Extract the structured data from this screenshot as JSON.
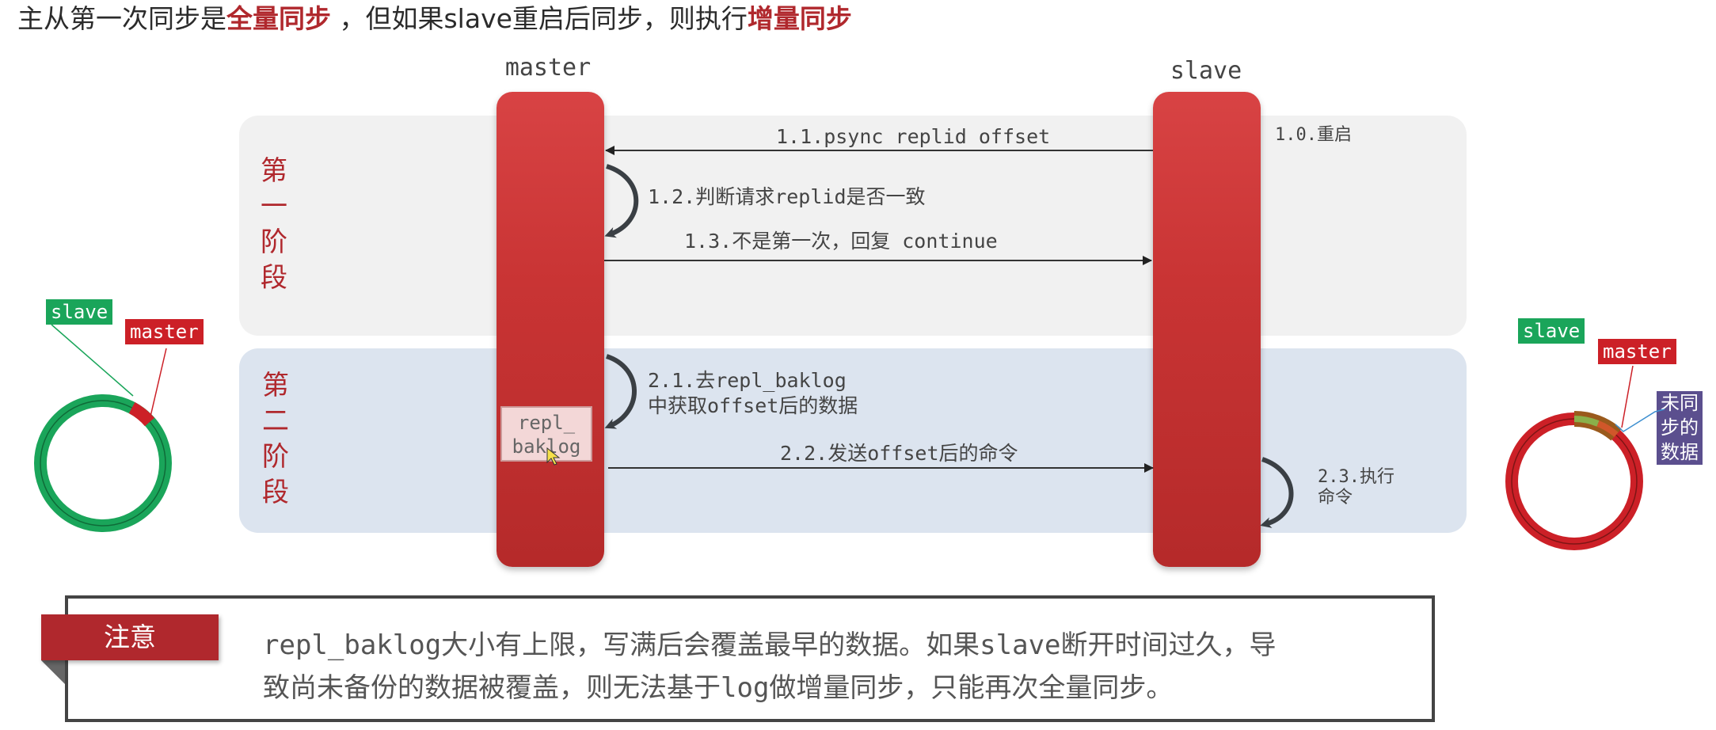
{
  "title": {
    "part1": "主从第一次同步是",
    "highlight1": "全量同步",
    "part2": " ，但如果slave重启后同步，则执行",
    "highlight2": "增量同步"
  },
  "lifelines": {
    "master": "master",
    "slave": "slave"
  },
  "phases": [
    {
      "label_chars": [
        "第",
        "一",
        "阶",
        "段"
      ],
      "color": "#f1f1f1"
    },
    {
      "label_chars": [
        "第",
        "二",
        "阶",
        "段"
      ],
      "color": "#dce4ef"
    }
  ],
  "steps": {
    "s1_0": "1.0.重启",
    "s1_1": "1.1.psync replid offset",
    "s1_2": "1.2.判断请求replid是否一致",
    "s1_3": "1.3.不是第一次，回复 continue",
    "s2_1_line1": "2.1.去repl_baklog",
    "s2_1_line2": "中获取offset后的数据",
    "s2_2": "2.2.发送offset后的命令",
    "s2_3_line1": "2.3.执行",
    "s2_3_line2": "命令"
  },
  "baklog_box": {
    "line1": "repl_",
    "line2": "baklog"
  },
  "ring_left": {
    "slave_tag": "slave",
    "master_tag": "master",
    "ring_color": "#1aa55a",
    "segment_color": "#cc2027"
  },
  "ring_right": {
    "slave_tag": "slave",
    "master_tag": "master",
    "unsynced_label": [
      "未同",
      "步的",
      "数据"
    ],
    "ring_color": "#cc2027",
    "segment_color": "#8ab04a"
  },
  "note": {
    "tab_label": "注意",
    "text_line1": "repl_baklog大小有上限，写满后会覆盖最早的数据。如果slave断开时间过久，导",
    "text_line2": "致尚未备份的数据被覆盖，则无法基于log做增量同步，只能再次全量同步。"
  },
  "colors": {
    "accent_red": "#b0282d",
    "bar_red": "#c93434",
    "green": "#1aa55a",
    "purple": "#5b4f8e"
  }
}
